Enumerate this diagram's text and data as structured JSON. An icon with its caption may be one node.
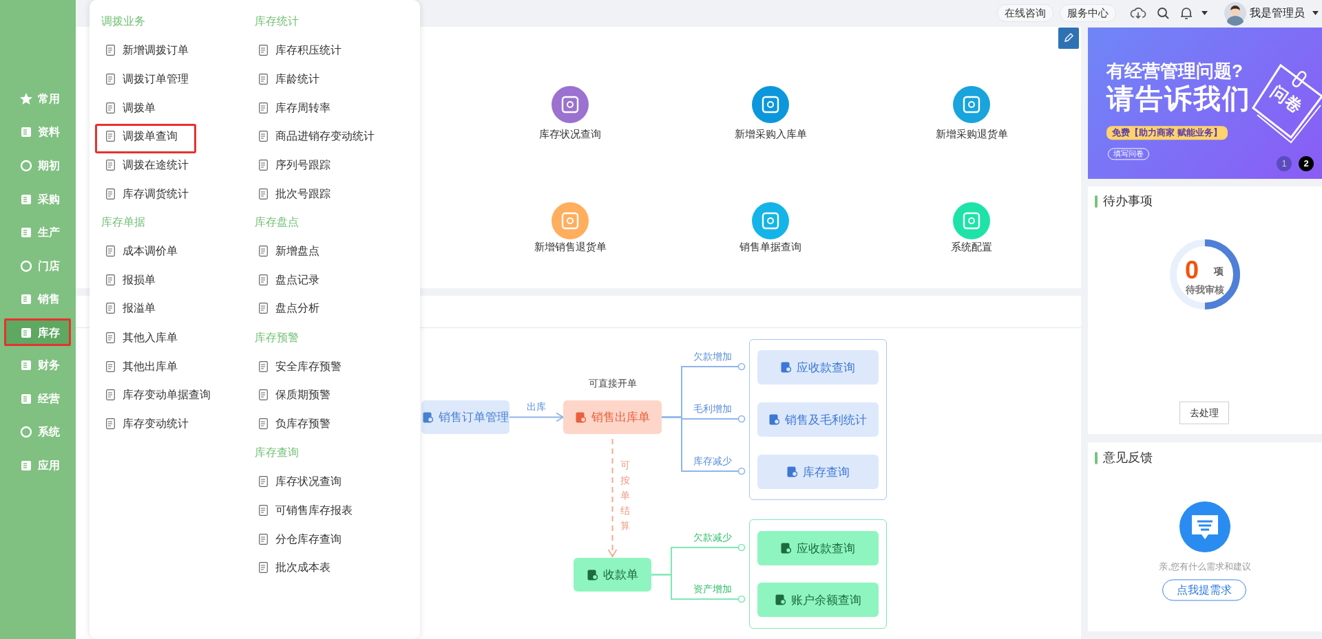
{
  "diagram": {
    "nodes": [
      {
        "text": [
          "销售订单管理"
        ]
      },
      {
        "text": [
          "销售出库单"
        ],
        "beside": [
          "可直接开单"
        ]
      },
      {
        "text": [],
        "shape": "box"
      },
      {
        "text": [
          "应收款查询"
        ],
        "in": 2
      },
      {
        "text": [
          "销售及毛利统计"
        ],
        "in": 2
      },
      {
        "text": [
          "库存查询"
        ],
        "in": 2
      },
      {
        "text": [
          "收款单"
        ]
      },
      {
        "text": [],
        "shape": "box"
      },
      {
        "text": [
          "应收款查询"
        ],
        "in": 7
      },
      {
        "text": [
          "账户余额查询"
        ],
        "in": 7
      }
    ],
    "edges": [
      {
        "from": 0,
        "to": 1,
        "arrow": "to",
        "label": "出库"
      },
      {
        "from": 1,
        "to": 3,
        "arrow": "other",
        "label": "欠款增加"
      },
      {
        "from": 1,
        "to": 4,
        "arrow": "other",
        "label": "毛利增加"
      },
      {
        "from": 1,
        "to": 5,
        "arrow": "other",
        "label": "库存减少"
      },
      {
        "from": 1,
        "to": 6,
        "arrow": "to",
        "label": "可按单结算",
        "style": "dashed",
        "color": "#f4a995"
      },
      {
        "from": 6,
        "to": 8,
        "arrow": "other",
        "label": "欠款减少",
        "color": "#7de8b5"
      },
      {
        "from": 6,
        "to": 9,
        "arrow": "other",
        "label": "资产增加",
        "color": "#7de8b5"
      }
    ],
    "labels": [
      "在线咨询",
      "服务中心",
      "我是管理员",
      "常用",
      "资料",
      "期初",
      "采购",
      "生产",
      "门店",
      "销售",
      "库存",
      "财务",
      "经营",
      "系统",
      "应用",
      "调拨业务",
      "新增调拨订单",
      "调拨订单管理",
      "调拨单",
      "调拨单查询",
      "调拨在途统计",
      "库存调货统计",
      "库存单据",
      "成本调价单",
      "报损单",
      "报溢单",
      "其他入库单",
      "其他出库单",
      "库存变动单据查询",
      "库存变动统计",
      "库存统计",
      "库存积压统计",
      "库龄统计",
      "库存周转率",
      "商品进销存变动统计",
      "序列号跟踪",
      "批次号跟踪",
      "库存盘点",
      "新增盘点",
      "盘点记录",
      "盘点分析",
      "库存预警",
      "安全库存预警",
      "保质期预警",
      "负库存预警",
      "库存查询",
      "库存状况查询",
      "可销售库存报表",
      "分仓库存查询",
      "批次成本表",
      "库存状况查询",
      "新增采购入库单",
      "新增采购退货单",
      "新增销售退货单",
      "销售单据查询",
      "系统配置",
      "有经营管理问题?",
      "请告诉我们",
      "免费【助力商家 赋能业务】",
      "填写问卷",
      "问卷",
      "1",
      "2",
      "待办事项",
      "0",
      "项",
      "待我审核",
      "去处理",
      "意见反馈",
      "亲,您有什么需求和建议",
      "点我提需求"
    ]
  }
}
